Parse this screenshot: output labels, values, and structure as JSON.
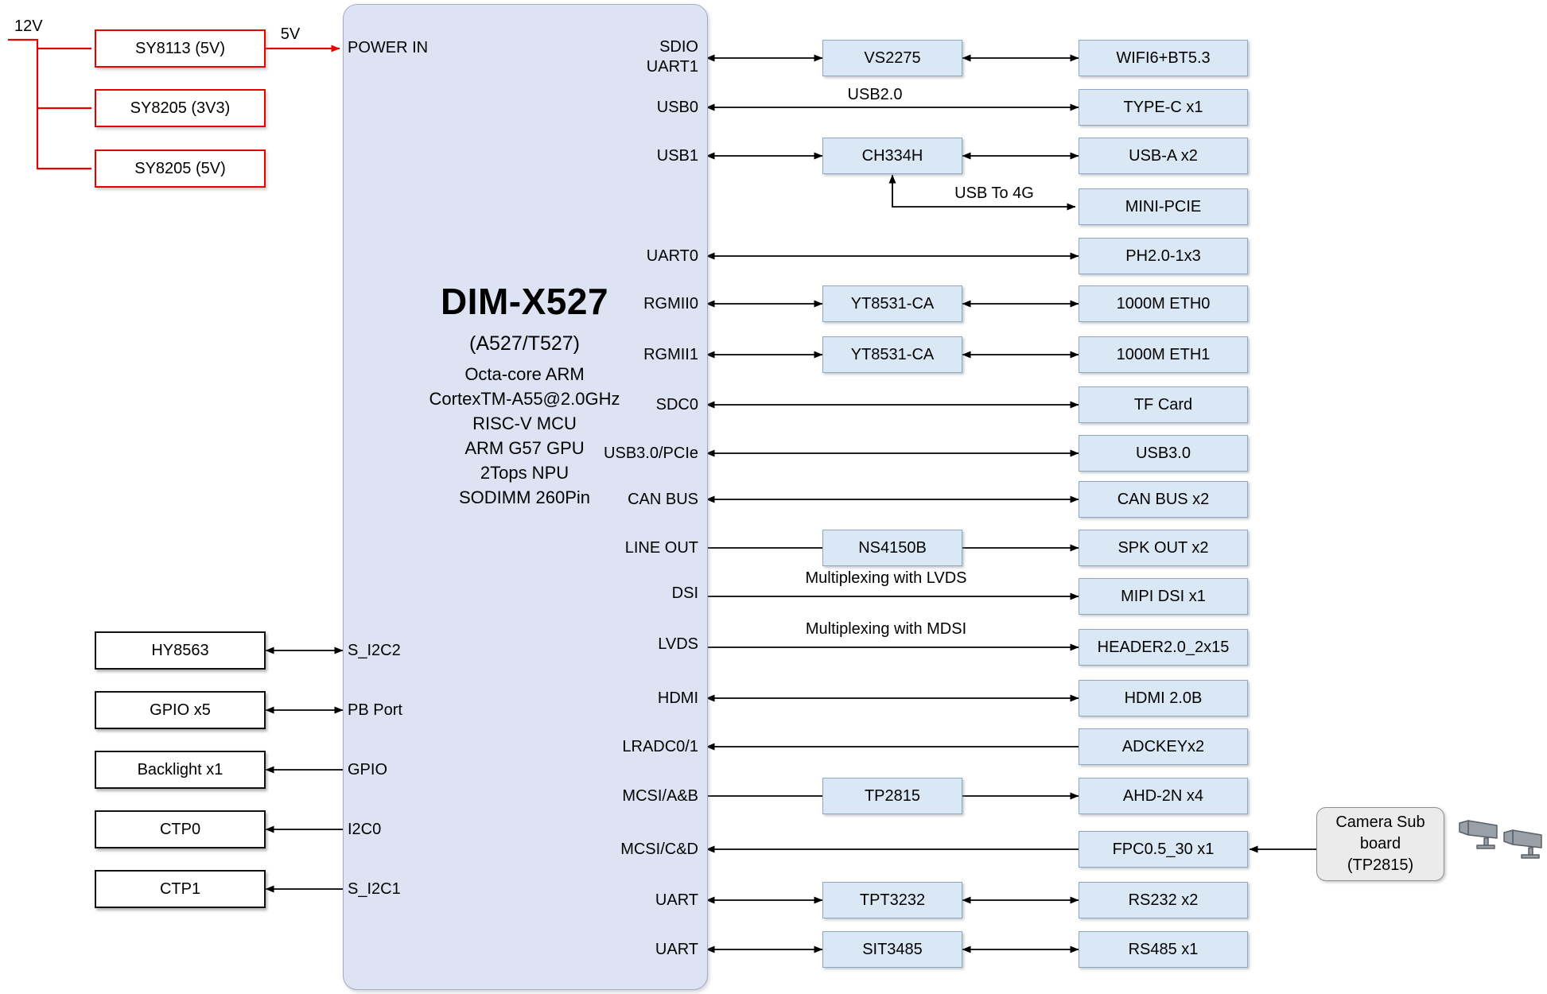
{
  "power": {
    "input_label": "12V",
    "rail_label": "5V",
    "regulators": [
      "SY8113 (5V)",
      "SY8205 (3V3)",
      "SY8205 (5V)"
    ]
  },
  "module": {
    "title": "DIM-X527",
    "subtitle": "(A527/T527)",
    "specs": [
      "Octa-core ARM",
      "CortexTM-A55@2.0GHz",
      "RISC-V MCU",
      "ARM G57 GPU",
      "2Tops NPU",
      "SODIMM 260Pin"
    ],
    "left_ports": [
      "POWER IN",
      "S_I2C2",
      "PB Port",
      "GPIO",
      "I2C0",
      "S_I2C1"
    ],
    "right_ports": [
      "SDIO",
      "UART1",
      "USB0",
      "USB1",
      "UART0",
      "RGMII0",
      "RGMII1",
      "SDC0",
      "USB3.0/PCIe",
      "CAN BUS",
      "LINE OUT",
      "DSI",
      "LVDS",
      "HDMI",
      "LRADC0/1",
      "MCSI/A&B",
      "MCSI/C&D",
      "UART",
      "UART"
    ]
  },
  "left_devices": [
    "HY8563",
    "GPIO x5",
    "Backlight x1",
    "CTP0",
    "CTP1"
  ],
  "middle_chips": [
    "VS2275",
    "CH334H",
    "YT8531-CA",
    "YT8531-CA",
    "NS4150B",
    "TP2815",
    "TPT3232",
    "SIT3485"
  ],
  "connectors": [
    "WIFI6+BT5.3",
    "TYPE-C x1",
    "USB-A x2",
    "MINI-PCIE",
    "PH2.0-1x3",
    "1000M ETH0",
    "1000M ETH1",
    "TF Card",
    "USB3.0",
    "CAN BUS x2",
    "SPK OUT x2",
    "MIPI DSI x1",
    "HEADER2.0_2x15",
    "HDMI 2.0B",
    "ADCKEYx2",
    "AHD-2N x4",
    "FPC0.5_30 x1",
    "RS232 x2",
    "RS485 x1"
  ],
  "link_labels": {
    "usb0": "USB2.0",
    "usb_to_4g": "USB To 4G",
    "dsi": "Multiplexing with LVDS",
    "lvds": "Multiplexing with MDSI"
  },
  "camera_board": {
    "lines": [
      "Camera Sub",
      "board",
      "(TP2815)"
    ]
  }
}
